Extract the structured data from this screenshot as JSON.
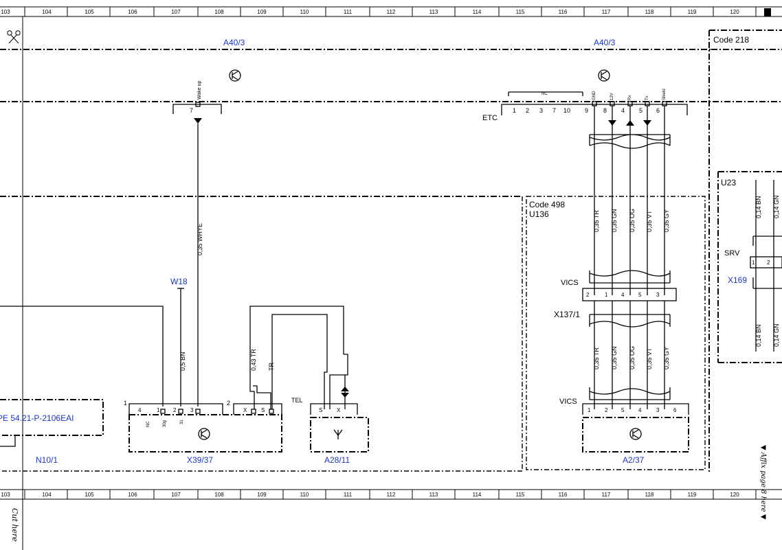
{
  "ruler": {
    "cells": [
      "103",
      "104",
      "105",
      "106",
      "107",
      "108",
      "109",
      "110",
      "111",
      "112",
      "113",
      "114",
      "115",
      "116",
      "117",
      "118",
      "119",
      "120"
    ]
  },
  "margin": {
    "cut_label": "Cut here",
    "affix_label": "▼ Affix page 8 here ▼"
  },
  "modules": {
    "a40_left": "A40/3",
    "a40_right": "A40/3",
    "code218": "Code 218",
    "code498": "Code 498",
    "u136": "U136",
    "u23": "U23"
  },
  "a40_pins": {
    "wake_label": "Wake up",
    "wake_pin": "7",
    "nc": "NC",
    "etc": "ETC",
    "nc_pins": [
      "1",
      "2",
      "3",
      "7",
      "10"
    ],
    "sig_pins": [
      "9",
      "8",
      "4",
      "5",
      "6"
    ],
    "sig_labels": [
      "GND",
      "12V",
      "Rx",
      "Tx",
      "Shield"
    ]
  },
  "wires": {
    "whye": "0,35 WHYE",
    "bn": "0,5 BN",
    "tr043": "0,43 TR",
    "tr": "TR",
    "upper": [
      "0,35 TR",
      "0,35 GN",
      "0,35 OG",
      "0,35 VT",
      "0,35 GY"
    ],
    "lower": [
      "0,35 TR",
      "0,35 GN",
      "0,35 OG",
      "0,35 VT",
      "0,35 GY"
    ],
    "u23_top": "0,14 BN",
    "u23_bot": "0,14 BN",
    "u23_gn_top": "0,14 GN",
    "u23_gn_bot": "0,14 GN"
  },
  "connectors": {
    "w18": "W18",
    "vics1": "VICS",
    "vics2": "VICS",
    "x137": "X137/1",
    "x137_pins": [
      "2",
      "1",
      "4",
      "5",
      "3"
    ],
    "a237_pins": [
      "1",
      "2",
      "5",
      "4",
      "3",
      "6"
    ],
    "srv": "SRV",
    "srv_pins": [
      "1",
      "2"
    ],
    "x169": "X169",
    "tel": "TEL",
    "x39_group1": "1",
    "x39_group2": "2",
    "x39_pins": [
      "4",
      "1",
      "2",
      "3"
    ],
    "x39_sub": [
      "NC",
      "30g",
      "31"
    ],
    "x39_xs": [
      "X",
      "S"
    ],
    "a28_pins": [
      "S",
      "X"
    ]
  },
  "components": {
    "n10": "N10/1",
    "n10_ref": "PE 54.21-P-2106EAI",
    "x39": "X39/37",
    "a28": "A28/11",
    "a237": "A2/37"
  },
  "colors": {
    "ref_blue": "#1a33cc",
    "line": "#000000"
  }
}
